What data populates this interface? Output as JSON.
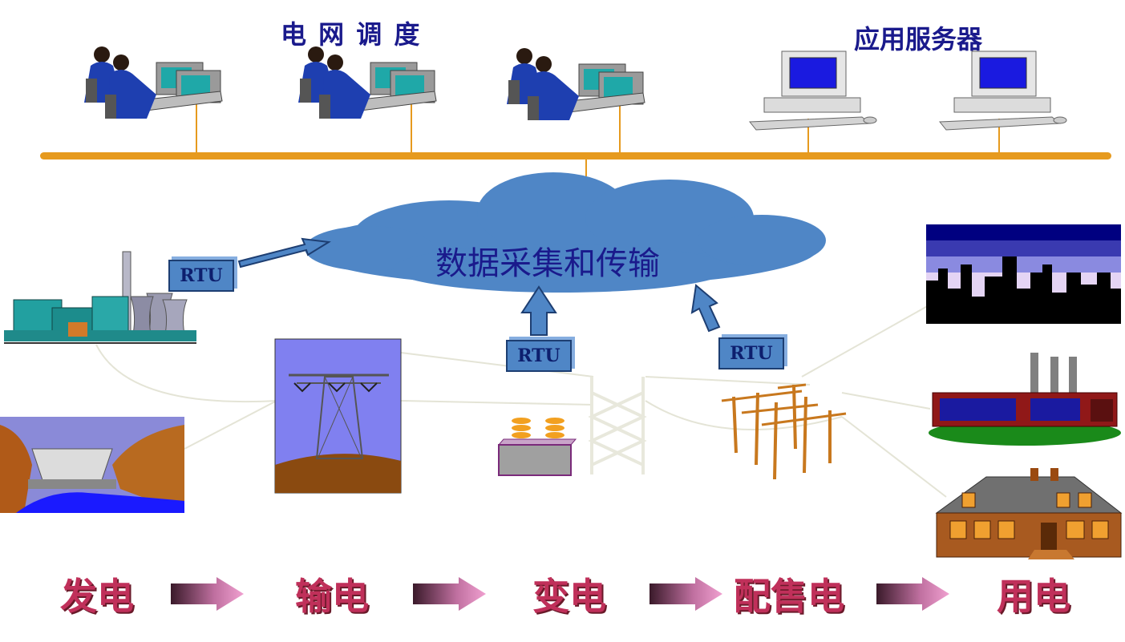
{
  "top": {
    "dispatch_label": "电 网 调 度",
    "server_label": "应用服务器"
  },
  "cloud": {
    "label": "数据采集和传输"
  },
  "rtu": {
    "label": "RTU"
  },
  "stages": [
    "发电",
    "输电",
    "变电",
    "配售电",
    "用电"
  ],
  "colors": {
    "bus": "#e69a1e",
    "cloud": "#4f86c6",
    "stage_text": "#c0305a",
    "title_text": "#1a1a8c"
  }
}
